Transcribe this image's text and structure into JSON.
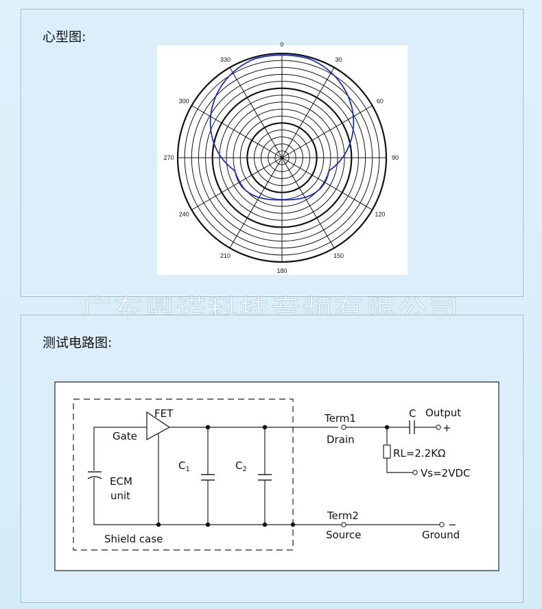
{
  "polar_section": {
    "title": "心型图:",
    "angle_labels": [
      "0",
      "30",
      "60",
      "90",
      "120",
      "150",
      "180",
      "210",
      "240",
      "270",
      "300",
      "330"
    ],
    "pattern_color": "#1f2fb0"
  },
  "watermark": "广东鼎诺科技音频有限公司",
  "circuit_section": {
    "title": "测试电路图:",
    "labels": {
      "fet": "FET",
      "gate": "Gate",
      "ecm": "ECM",
      "unit": "unit",
      "c1": "C",
      "c1_sub": "1",
      "c2": "C",
      "c2_sub": "2",
      "shield": "Shield case",
      "term1": "Term1",
      "drain": "Drain",
      "term2": "Term2",
      "source": "Source",
      "c": "C",
      "output": "Output",
      "plus": "+",
      "rl": "RL=2.2KΩ",
      "vs": "Vs=2VDC",
      "ground": "Ground",
      "minus": "−"
    }
  }
}
